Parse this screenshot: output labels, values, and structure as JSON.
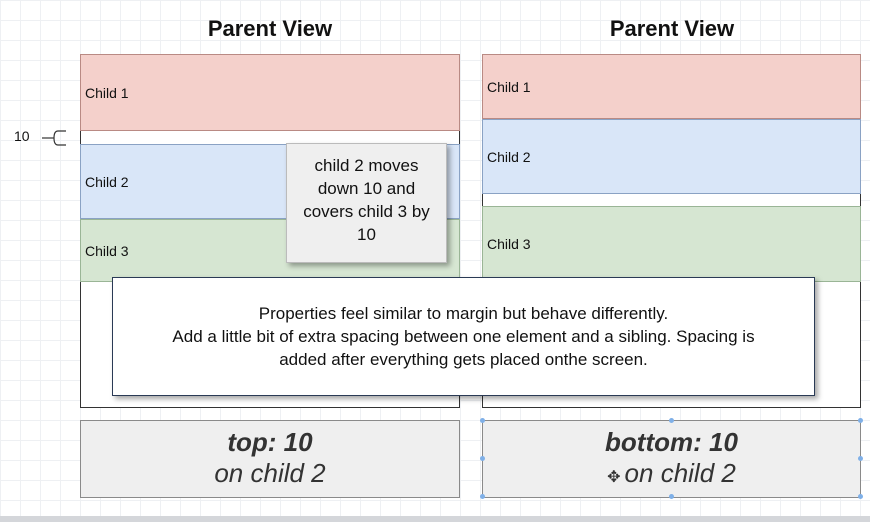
{
  "left": {
    "title": "Parent View",
    "children": [
      "Child 1",
      "Child 2",
      "Child 3"
    ],
    "property": "top: 10",
    "target": "on child 2"
  },
  "right": {
    "title": "Parent View",
    "children": [
      "Child 1",
      "Child 2",
      "Child 3"
    ],
    "property": "bottom: 10",
    "target": "on child 2"
  },
  "dimension_label": "10",
  "note": [
    "child 2 moves",
    "down 10 and",
    "covers child 3 by",
    "10"
  ],
  "callout": [
    "Properties feel similar to margin but behave differently.",
    "Add a little bit of extra spacing between one element and a sibling. Spacing is",
    "added after everything gets placed onthe screen."
  ],
  "colors": {
    "child1": "#f4d0cb",
    "child2": "#d9e6f8",
    "child3": "#d6e6d2",
    "label_bg": "#efefef"
  }
}
